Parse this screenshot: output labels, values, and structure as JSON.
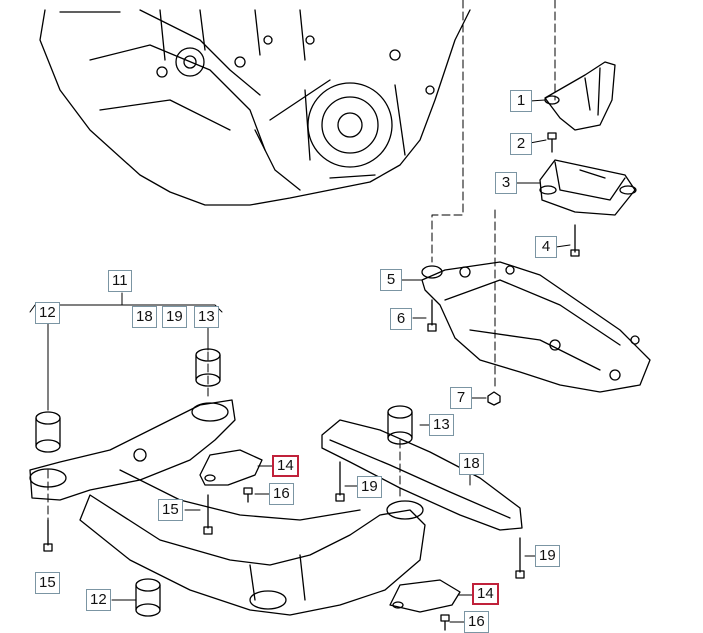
{
  "callouts": [
    {
      "id": "c1",
      "text": "1"
    },
    {
      "id": "c2",
      "text": "2"
    },
    {
      "id": "c3",
      "text": "3"
    },
    {
      "id": "c4",
      "text": "4"
    },
    {
      "id": "c5",
      "text": "5"
    },
    {
      "id": "c6",
      "text": "6"
    },
    {
      "id": "c7",
      "text": "7"
    },
    {
      "id": "c11",
      "text": "11"
    },
    {
      "id": "c12a",
      "text": "12"
    },
    {
      "id": "c18a",
      "text": "18"
    },
    {
      "id": "c19a",
      "text": "19"
    },
    {
      "id": "c13a",
      "text": "13"
    },
    {
      "id": "c13b",
      "text": "13"
    },
    {
      "id": "c14a",
      "text": "14"
    },
    {
      "id": "c16a",
      "text": "16"
    },
    {
      "id": "c19b",
      "text": "19"
    },
    {
      "id": "c18b",
      "text": "18"
    },
    {
      "id": "c15a",
      "text": "15"
    },
    {
      "id": "c19c",
      "text": "19"
    },
    {
      "id": "c15b",
      "text": "15"
    },
    {
      "id": "c12b",
      "text": "12"
    },
    {
      "id": "c14b",
      "text": "14"
    },
    {
      "id": "c16b",
      "text": "16"
    }
  ],
  "highlight_color": "#c0213a",
  "box_color": "#7b95a3"
}
